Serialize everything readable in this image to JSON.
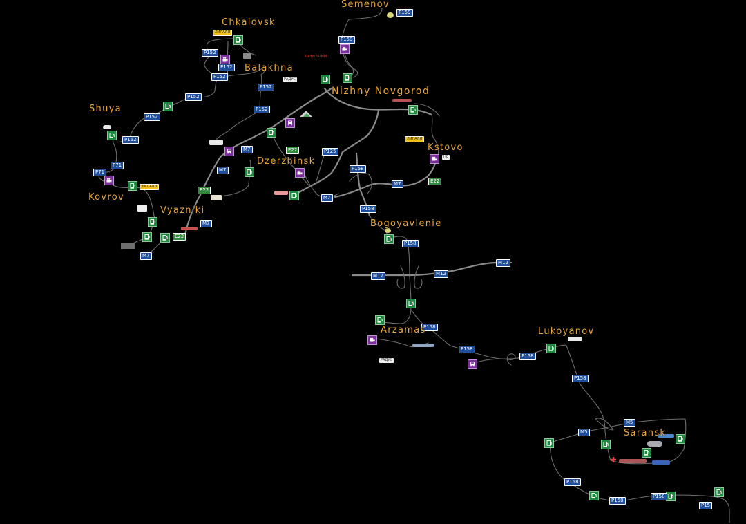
{
  "map": {
    "title": "Road atlas",
    "cities": [
      {
        "id": "semenov",
        "name": "Semenov"
      },
      {
        "id": "chkalovsk",
        "name": "Chkalovsk"
      },
      {
        "id": "balakhna",
        "name": "Balakhna"
      },
      {
        "id": "nizhny",
        "name": "Nizhny Novgorod"
      },
      {
        "id": "shuya",
        "name": "Shuya"
      },
      {
        "id": "kstovo",
        "name": "Kstovo"
      },
      {
        "id": "dzerzhinsk",
        "name": "Dzerzhinsk"
      },
      {
        "id": "kovrov",
        "name": "Kovrov"
      },
      {
        "id": "vyazniki",
        "name": "Vyazniki"
      },
      {
        "id": "bogoyavlenie",
        "name": "Bogoyavlenie"
      },
      {
        "id": "arzamas",
        "name": "Arzamas"
      },
      {
        "id": "lukoyanov",
        "name": "Lukoyanov"
      },
      {
        "id": "saransk",
        "name": "Saransk"
      }
    ],
    "road_shields": [
      {
        "label": "P159",
        "color": "blue"
      },
      {
        "label": "P159",
        "color": "blue"
      },
      {
        "label": "P152",
        "color": "blue"
      },
      {
        "label": "P152",
        "color": "blue"
      },
      {
        "label": "P152",
        "color": "blue"
      },
      {
        "label": "P152",
        "color": "blue"
      },
      {
        "label": "P152",
        "color": "blue"
      },
      {
        "label": "P152",
        "color": "blue"
      },
      {
        "label": "P152",
        "color": "blue"
      },
      {
        "label": "P152",
        "color": "blue"
      },
      {
        "label": "P71",
        "color": "blue"
      },
      {
        "label": "P71",
        "color": "blue"
      },
      {
        "label": "M7",
        "color": "blue"
      },
      {
        "label": "M7",
        "color": "blue"
      },
      {
        "label": "M7",
        "color": "blue"
      },
      {
        "label": "M7",
        "color": "blue"
      },
      {
        "label": "M7",
        "color": "blue"
      },
      {
        "label": "M7",
        "color": "blue"
      },
      {
        "label": "E22",
        "color": "green"
      },
      {
        "label": "E22",
        "color": "green"
      },
      {
        "label": "E22",
        "color": "green"
      },
      {
        "label": "E22",
        "color": "green"
      },
      {
        "label": "P125",
        "color": "blue"
      },
      {
        "label": "P158",
        "color": "blue"
      },
      {
        "label": "P158",
        "color": "blue"
      },
      {
        "label": "P158",
        "color": "blue"
      },
      {
        "label": "M12",
        "color": "blue"
      },
      {
        "label": "M12",
        "color": "blue"
      },
      {
        "label": "M12",
        "color": "blue"
      },
      {
        "label": "P158",
        "color": "blue"
      },
      {
        "label": "P158",
        "color": "blue"
      },
      {
        "label": "P158",
        "color": "blue"
      },
      {
        "label": "P158",
        "color": "blue"
      },
      {
        "label": "M5",
        "color": "blue"
      },
      {
        "label": "M5",
        "color": "blue"
      },
      {
        "label": "P158",
        "color": "blue"
      },
      {
        "label": "P158",
        "color": "blue"
      },
      {
        "label": "P158",
        "color": "blue"
      },
      {
        "label": "P15",
        "color": "blue"
      }
    ],
    "poi_icons": {
      "fuel": "fuel-station-icon",
      "garage": "garage-icon",
      "truck": "truck-dealer-icon"
    },
    "brands": [
      {
        "label": "ЛИЛАЛЛ",
        "style": "yellow"
      },
      {
        "label": "ЛИЛАЛЛ",
        "style": "yellow"
      },
      {
        "label": "ЛИЛАЛЛ",
        "style": "yellow"
      },
      {
        "label": "Radio SUMM",
        "style": "red"
      },
      {
        "label": "РАДУС",
        "style": "white"
      },
      {
        "label": "РАДУС",
        "style": "white"
      },
      {
        "label": "HC",
        "style": "white"
      }
    ],
    "colors": {
      "background": "#000000",
      "city_label": "#e8a53a",
      "shield_blue": "#1f4f9c",
      "shield_green": "#2f8a3a",
      "fuel": "#1e8a3e",
      "garage": "#7b2f9c",
      "road": "#7a7a7a"
    }
  }
}
